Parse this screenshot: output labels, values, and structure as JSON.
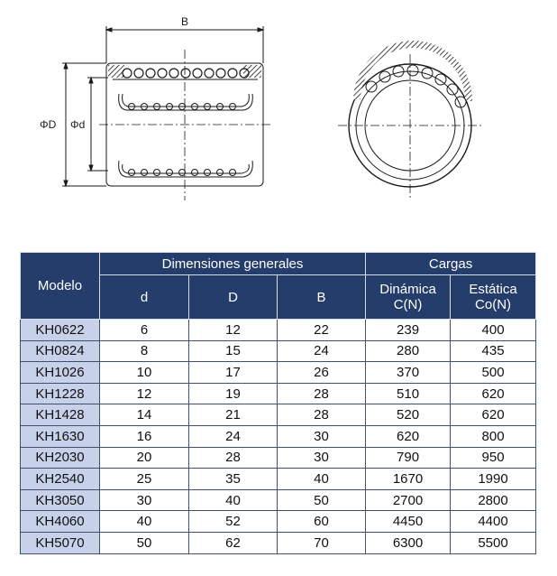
{
  "drawing": {
    "dim_B": "B",
    "dim_D": "ΦD",
    "dim_d": "Φd"
  },
  "table": {
    "headers": {
      "model": "Modelo",
      "general": "Dimensiones generales",
      "loads": "Cargas",
      "d": "d",
      "D": "D",
      "B": "B",
      "dynamic": "Dinámica",
      "dynamic_unit": "C(N)",
      "static": "Estática",
      "static_unit": "Co(N)"
    },
    "rows": [
      [
        "KH0622",
        "6",
        "12",
        "22",
        "239",
        "400"
      ],
      [
        "KH0824",
        "8",
        "15",
        "24",
        "280",
        "435"
      ],
      [
        "KH1026",
        "10",
        "17",
        "26",
        "370",
        "500"
      ],
      [
        "KH1228",
        "12",
        "19",
        "28",
        "510",
        "620"
      ],
      [
        "KH1428",
        "14",
        "21",
        "28",
        "520",
        "620"
      ],
      [
        "KH1630",
        "16",
        "24",
        "30",
        "620",
        "800"
      ],
      [
        "KH2030",
        "20",
        "28",
        "30",
        "790",
        "950"
      ],
      [
        "KH2540",
        "25",
        "35",
        "40",
        "1670",
        "1990"
      ],
      [
        "KH3050",
        "30",
        "40",
        "50",
        "2700",
        "2800"
      ],
      [
        "KH4060",
        "40",
        "52",
        "60",
        "4450",
        "4400"
      ],
      [
        "KH5070",
        "50",
        "62",
        "70",
        "6300",
        "5500"
      ]
    ]
  },
  "colors": {
    "header_bg": "#243d6b",
    "model_cell_bg": "#c7d2ea",
    "line": "#1a1a1a"
  }
}
